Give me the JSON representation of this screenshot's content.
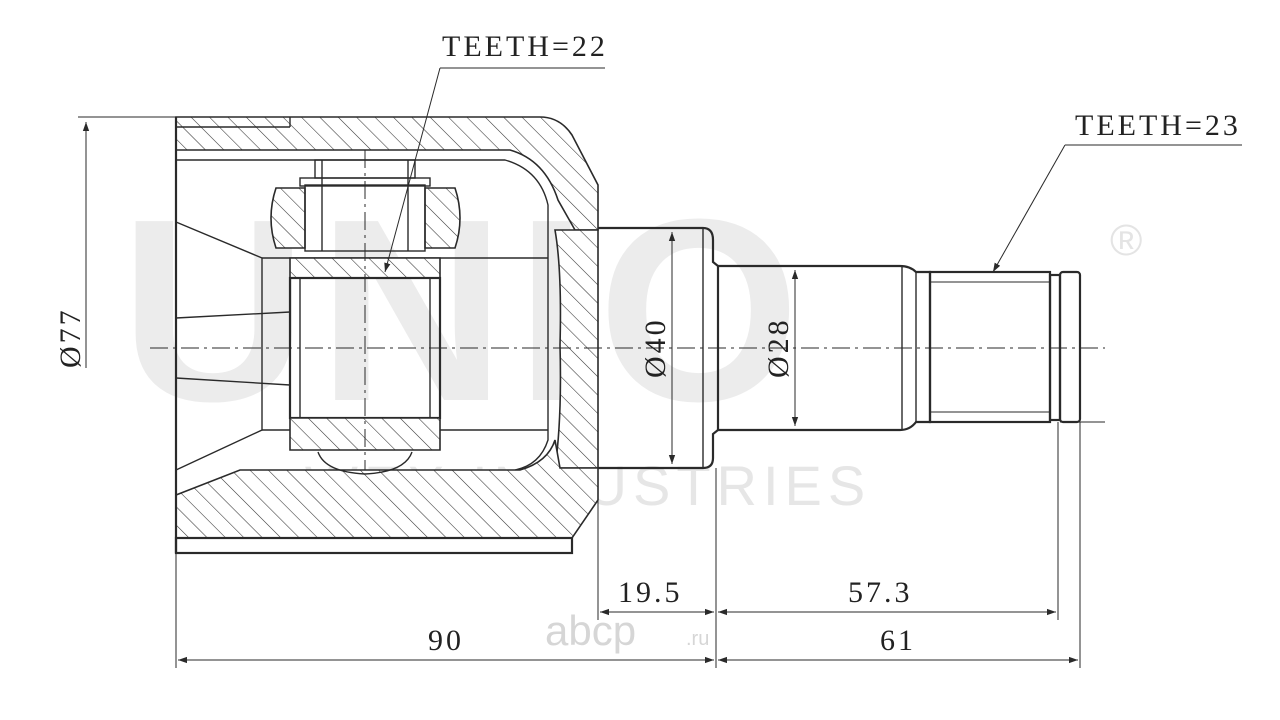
{
  "watermark": {
    "brand": "UNIO",
    "registered": "®",
    "subtitle": "WEX INDUSTRIES",
    "site_name": "abcp",
    "site_tld": ".ru"
  },
  "labels": {
    "teeth_left": "TEETH=22",
    "teeth_right": "TEETH=23"
  },
  "dimensions": {
    "outer_diameter": "Ø77",
    "neck_diameter": "Ø40",
    "shaft_diameter": "Ø28",
    "neck_length": "19.5",
    "shaft_length": "57.3",
    "housing_length": "90",
    "total_stub_length": "61"
  },
  "colors": {
    "line": "#2a2a2a",
    "watermark": "#ececec"
  }
}
